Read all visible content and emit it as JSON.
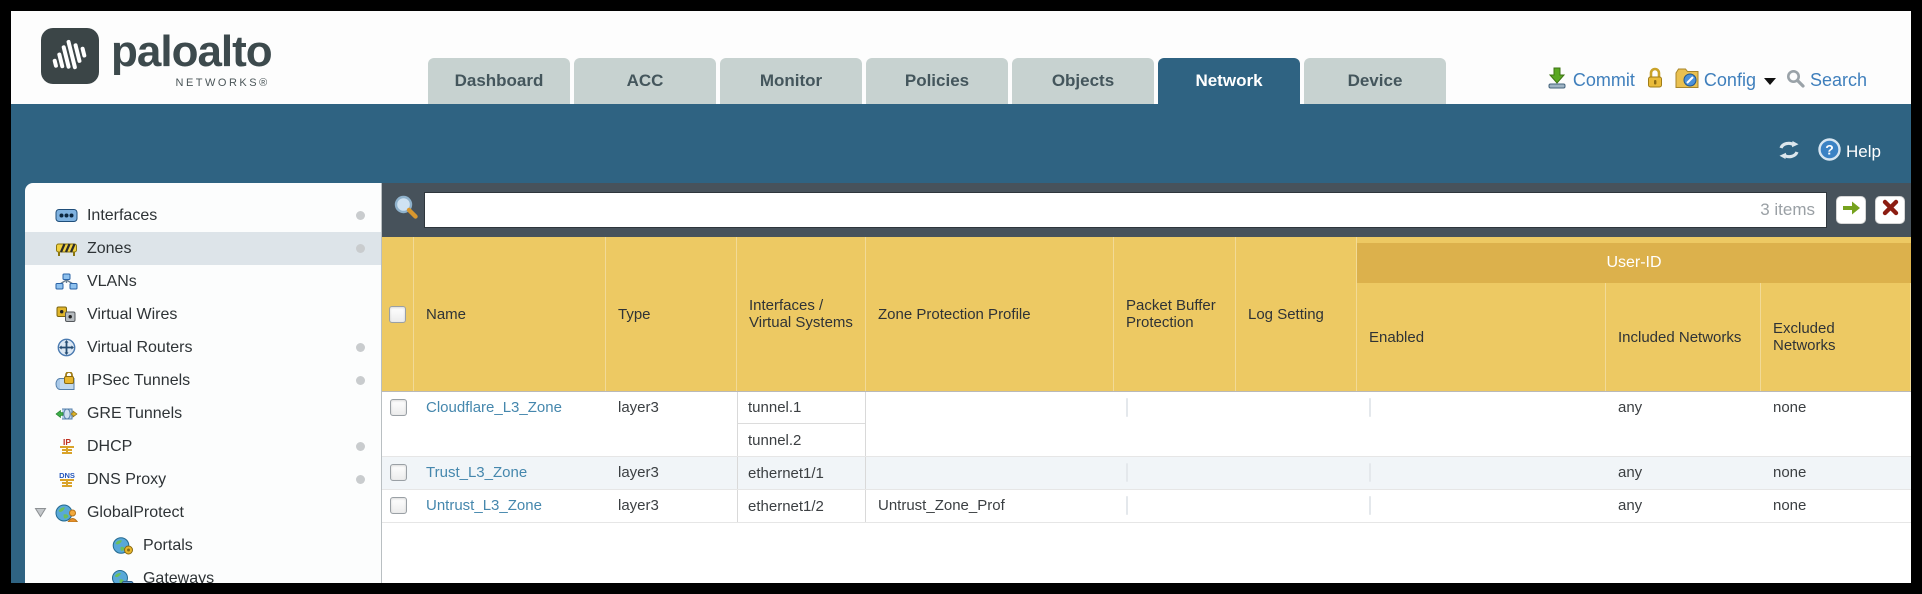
{
  "logo": {
    "brand": "paloalto",
    "networks": "NETWORKS®"
  },
  "nav": {
    "tabs": [
      {
        "label": "Dashboard",
        "active": false
      },
      {
        "label": "ACC",
        "active": false
      },
      {
        "label": "Monitor",
        "active": false
      },
      {
        "label": "Policies",
        "active": false
      },
      {
        "label": "Objects",
        "active": false
      },
      {
        "label": "Network",
        "active": true
      },
      {
        "label": "Device",
        "active": false
      }
    ]
  },
  "header_actions": {
    "commit": "Commit",
    "config": "Config",
    "search": "Search"
  },
  "band": {
    "help": "Help"
  },
  "toolbar": {
    "filter_value": "",
    "items_count": "3 items"
  },
  "sidebar": {
    "items": [
      {
        "label": "Interfaces",
        "icon": "interfaces",
        "dot": true,
        "selected": false,
        "indent": false,
        "expander": false
      },
      {
        "label": "Zones",
        "icon": "zones",
        "dot": true,
        "selected": true,
        "indent": false,
        "expander": false
      },
      {
        "label": "VLANs",
        "icon": "vlans",
        "dot": false,
        "selected": false,
        "indent": false,
        "expander": false
      },
      {
        "label": "Virtual Wires",
        "icon": "virtual-wires",
        "dot": false,
        "selected": false,
        "indent": false,
        "expander": false
      },
      {
        "label": "Virtual Routers",
        "icon": "virtual-routers",
        "dot": true,
        "selected": false,
        "indent": false,
        "expander": false
      },
      {
        "label": "IPSec Tunnels",
        "icon": "ipsec-tunnels",
        "dot": true,
        "selected": false,
        "indent": false,
        "expander": false
      },
      {
        "label": "GRE Tunnels",
        "icon": "gre-tunnels",
        "dot": false,
        "selected": false,
        "indent": false,
        "expander": false
      },
      {
        "label": "DHCP",
        "icon": "dhcp",
        "dot": true,
        "selected": false,
        "indent": false,
        "expander": false
      },
      {
        "label": "DNS Proxy",
        "icon": "dns-proxy",
        "dot": true,
        "selected": false,
        "indent": false,
        "expander": false
      },
      {
        "label": "GlobalProtect",
        "icon": "globalprotect",
        "dot": false,
        "selected": false,
        "indent": false,
        "expander": true
      },
      {
        "label": "Portals",
        "icon": "portals",
        "dot": false,
        "selected": false,
        "indent": true,
        "expander": false
      },
      {
        "label": "Gateways",
        "icon": "gateways",
        "dot": false,
        "selected": false,
        "indent": true,
        "expander": false
      }
    ]
  },
  "table": {
    "group_header": "User-ID",
    "columns": {
      "name": "Name",
      "type": "Type",
      "interfaces": "Interfaces / Virtual Systems",
      "zpp": "Zone Protection Profile",
      "pbp": "Packet Buffer Protection",
      "log": "Log Setting",
      "enabled": "Enabled",
      "included": "Included Networks",
      "excluded": "Excluded Networks"
    },
    "rows": [
      {
        "name": "Cloudflare_L3_Zone",
        "type": "layer3",
        "interfaces": [
          "tunnel.1",
          "tunnel.2"
        ],
        "zpp": "",
        "log": "",
        "included": "any",
        "excluded": "none"
      },
      {
        "name": "Trust_L3_Zone",
        "type": "layer3",
        "interfaces": [
          "ethernet1/1"
        ],
        "zpp": "",
        "log": "",
        "included": "any",
        "excluded": "none"
      },
      {
        "name": "Untrust_L3_Zone",
        "type": "layer3",
        "interfaces": [
          "ethernet1/2"
        ],
        "zpp": "Untrust_Zone_Prof",
        "log": "",
        "included": "any",
        "excluded": "none"
      }
    ]
  },
  "colors": {
    "band_blue": "#2f6382",
    "toolbar_slate": "#47525b",
    "header_yellow": "#edc963",
    "group_gold": "#dcb14c",
    "link_blue": "#4587ad",
    "action_blue": "#3f7fbc",
    "tab_inactive": "#c7d2d0",
    "arrow_green": "#76a21e",
    "clear_red": "#8c1d12"
  }
}
